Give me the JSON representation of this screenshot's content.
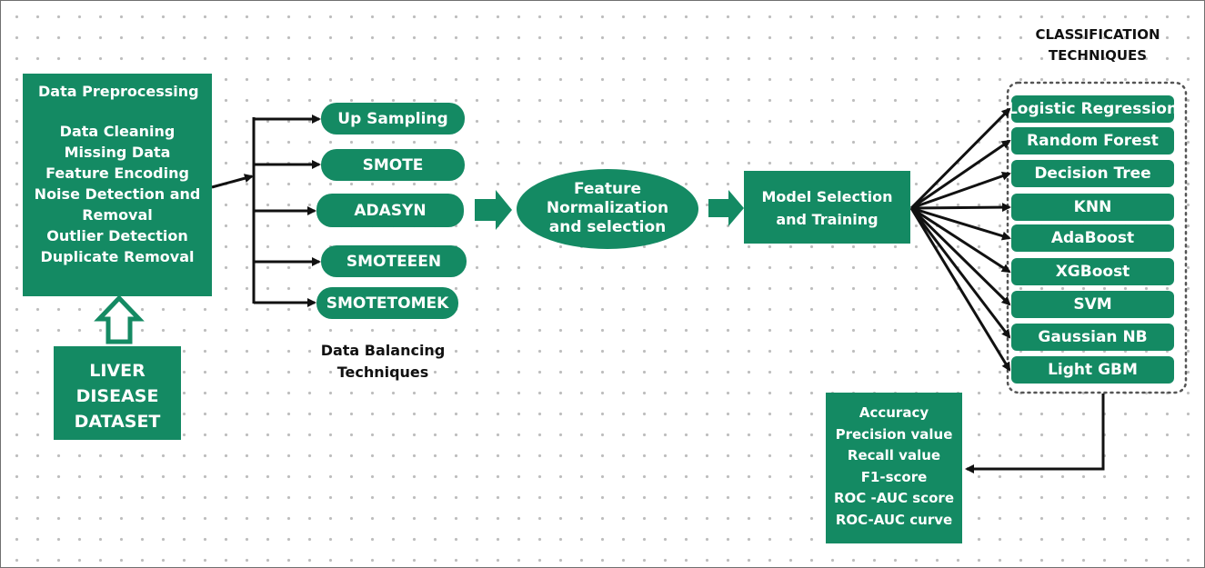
{
  "preprocessing": {
    "title": "Data Preprocessing",
    "steps": [
      "Data Cleaning",
      "Missing Data",
      "Feature Encoding",
      "Noise Detection and",
      "Removal",
      "Outlier Detection",
      "Duplicate Removal"
    ]
  },
  "dataset": {
    "lines": [
      "LIVER",
      "DISEASE",
      "DATASET"
    ]
  },
  "balancing": {
    "methods": [
      "Up Sampling",
      "SMOTE",
      "ADASYN",
      "SMOTEEEN",
      "SMOTETOMEK"
    ],
    "caption": [
      "Data Balancing",
      "Techniques"
    ]
  },
  "feature": {
    "lines": [
      "Feature",
      "Normalization",
      "and selection"
    ]
  },
  "model": {
    "lines": [
      "Model Selection",
      "and Training"
    ]
  },
  "classification": {
    "title": [
      "CLASSIFICATION",
      "TECHNIQUES"
    ],
    "methods": [
      "Logistic Regression",
      "Random Forest",
      "Decision Tree",
      "KNN",
      "AdaBoost",
      "XGBoost",
      "SVM",
      "Gaussian NB",
      "Light GBM"
    ]
  },
  "metrics": {
    "lines": [
      "Accuracy",
      "Precision value",
      "Recall value",
      "F1-score",
      "ROC -AUC score",
      "ROC-AUC curve"
    ]
  },
  "colors": {
    "node_fill": "#148a63",
    "node_text": "#ffffff",
    "arrow": "#111111"
  }
}
